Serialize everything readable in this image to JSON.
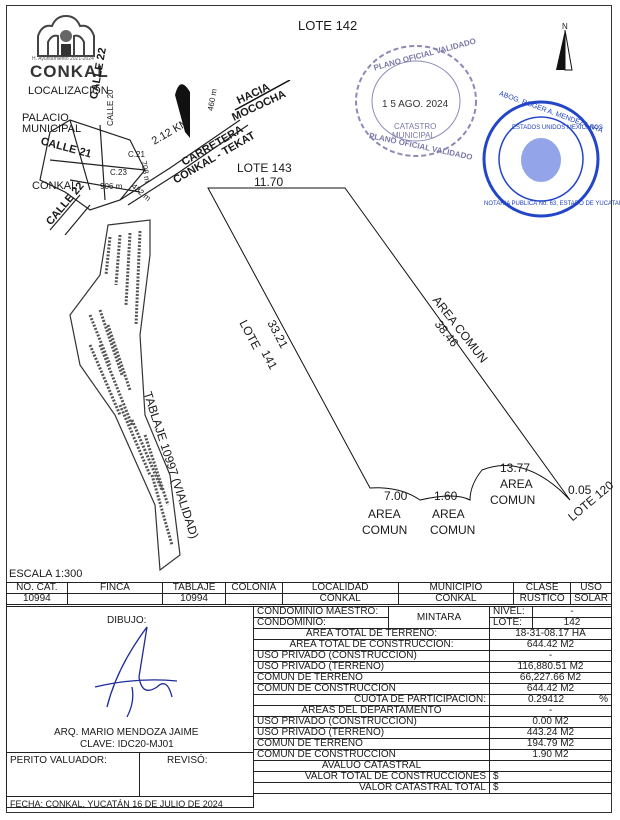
{
  "header": {
    "lote_title": "LOTE 142",
    "logo": {
      "admin": "H. Ayuntamiento 2021-2024",
      "name": "CONKAL"
    },
    "north": "N"
  },
  "location_map": {
    "title": "LOCALIZACIÓN",
    "palacio": [
      "PALACIO",
      "MUNICIPAL"
    ],
    "conkal": "CONKAL",
    "streets": [
      "CALLE 22",
      "CALLE 20",
      "CALLE 21",
      "C.23",
      "CALLE 22",
      "C.21"
    ],
    "distances": [
      "906 m",
      "432 m",
      "708 m",
      "2.12 KM",
      "460 m"
    ],
    "hacia": [
      "HACIA",
      "MOCOCHA"
    ],
    "carretera": [
      "CARRETERA",
      "CONKAL - TEKAT"
    ]
  },
  "stamps": {
    "catastro": {
      "top": "PLANO OFICIAL VALIDADO",
      "date": "1 5 AGO. 2024",
      "line1": "CATASTRO",
      "line2": "MUNICIPAL",
      "bottom": "PLANO OFICIAL VALIDADO"
    },
    "notary": {
      "top": "ABOG. ROGER A. MENDEZ LARA",
      "inner": "ESTADOS UNIDOS MEXICANOS",
      "bottom": "NOTARIA PUBLICA No. 63, ESTADO DE YUCATAN"
    }
  },
  "plot": {
    "labels": {
      "lote143": "LOTE 143",
      "len_top": "11.70",
      "lote141_a": "LOTE",
      "lote141_b": "141",
      "len_left": "33.21",
      "area_comun_right_a": "AREA COMUN",
      "len_right": "38.46",
      "len_1377": "13.77",
      "area_1": "AREA",
      "comun_1": "COMUN",
      "len_700": "7.00",
      "area_2": "AREA",
      "comun_2": "COMUN",
      "len_160": "1.60",
      "area_3": "AREA",
      "comun_3": "COMUN",
      "len_005": "0.05",
      "lote120": "LOTE 120"
    },
    "tablaje_label": "TABLAJE 10997 (VIALIDAD)",
    "escala": "ESCALA 1:300"
  },
  "table": {
    "headers": [
      "NO. CAT.",
      "FINCA",
      "TABLAJE",
      "COLONIA",
      "LOCALIDAD",
      "MUNICIPIO",
      "CLASE",
      "USO"
    ],
    "values": [
      "10994",
      "",
      "10994",
      "",
      "CONKAL",
      "CONKAL",
      "RÚSTICO",
      "SOLAR"
    ],
    "dibujo": "DIBUJO:",
    "arq_name": "ARQ. MARIO MENDOZA JAIME",
    "arq_clave": "CLAVE: IDC20-MJ01",
    "perito": "PERITO VALUADOR:",
    "reviso": "REVISÓ:",
    "fecha": "FECHA: CONKAL, YUCATÁN 16 DE JULIO DE 2024",
    "condominio_maestro": "CONDOMINIO MAESTRO:",
    "condominio": "CONDOMINIO:",
    "mintara": "MINTARA",
    "nivel_label": "NIVEL:",
    "nivel_value": "-",
    "lote_label": "LOTE:",
    "lote_value": "142",
    "rows": [
      {
        "label": "ÁREA TOTAL DE TERRENO:",
        "align": "c",
        "value": "18-31-08.17 HA"
      },
      {
        "label": "ÁREA TOTAL DE CONSTRUCCIÓN:",
        "align": "c",
        "value": "644.42 M2"
      },
      {
        "label": "USO PRIVADO (CONSTRUCCIÓN)",
        "align": "l",
        "value": "-"
      },
      {
        "label": "USO PRIVADO (TERRENO)",
        "align": "l",
        "value": "116,880.51 M2"
      },
      {
        "label": "COMÚN DE TERRENO",
        "align": "l",
        "value": "66,227.66 M2"
      },
      {
        "label": "COMÚN DE CONSTRUCCIÓN",
        "align": "l",
        "value": "644.42 M2"
      },
      {
        "label": "CUOTA DE PARTICIPACIÓN:",
        "align": "r",
        "value": "0.29412",
        "unit": "%"
      },
      {
        "label": "ÁREAS DEL DEPARTAMENTO",
        "align": "c",
        "value": "-"
      },
      {
        "label": "USO PRIVADO (CONSTRUCCIÓN)",
        "align": "l",
        "value": "0.00 M2"
      },
      {
        "label": "USO PRIVADO (TERRENO)",
        "align": "l",
        "value": "443.24 M2"
      },
      {
        "label": "COMÚN DE TERRENO",
        "align": "l",
        "value": "194.79 M2"
      },
      {
        "label": "COMÚN DE CONSTRUCCIÓN",
        "align": "l",
        "value": "1.90 M2"
      }
    ],
    "avaluo": "AVALÚO CATASTRAL",
    "valor_construcciones": "VALOR TOTAL DE CONSTRUCCIONES",
    "valor_catastral": "VALOR CATASTRAL TOTAL",
    "currency": "$"
  }
}
